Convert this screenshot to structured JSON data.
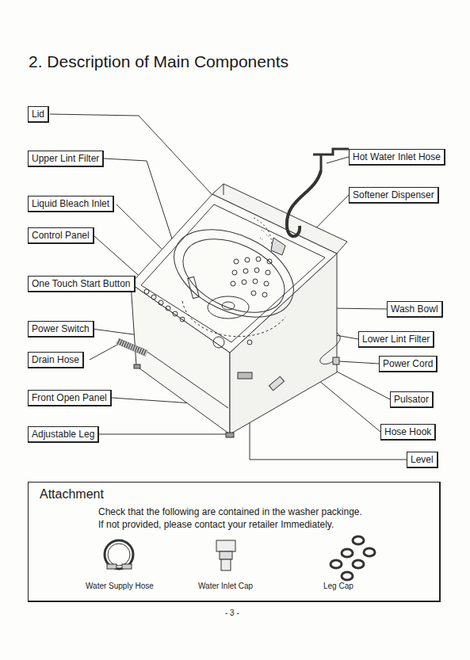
{
  "diagram": {
    "title": "2. Description of Main Components",
    "nodes": [
      {
        "text": [
          "Lid"
        ]
      },
      {
        "text": [
          "Upper Lint Filter"
        ]
      },
      {
        "text": [
          "Hot Water Inlet Hose"
        ]
      },
      {
        "text": [
          "Liquid Bleach Inlet"
        ]
      },
      {
        "text": [
          "Softener Dispenser"
        ]
      },
      {
        "text": [
          "Control Panel"
        ]
      },
      {
        "text": [
          "One Touch Start Button"
        ]
      },
      {
        "text": [
          "Wash Bowl"
        ]
      },
      {
        "text": [
          "Power Switch"
        ]
      },
      {
        "text": [
          "Lower Lint Filter"
        ]
      },
      {
        "text": [
          "Drain Hose"
        ]
      },
      {
        "text": [
          "Power Cord"
        ]
      },
      {
        "text": [
          "Front Open Panel"
        ]
      },
      {
        "text": [
          "Pulsator"
        ]
      },
      {
        "text": [
          "Adjustable Leg"
        ]
      },
      {
        "text": [
          "Hose Hook"
        ]
      },
      {
        "text": [
          "Level"
        ]
      },
      {
        "text": [
          "Attachment",
          "Check that the following are contained in the washer packinge.",
          "If not provided, please contact your retailer Immediately."
        ]
      }
    ],
    "labels": [
      "Water Supply Hose",
      "Water Inlet Cap",
      "Leg Cap",
      "- 3 -"
    ]
  }
}
